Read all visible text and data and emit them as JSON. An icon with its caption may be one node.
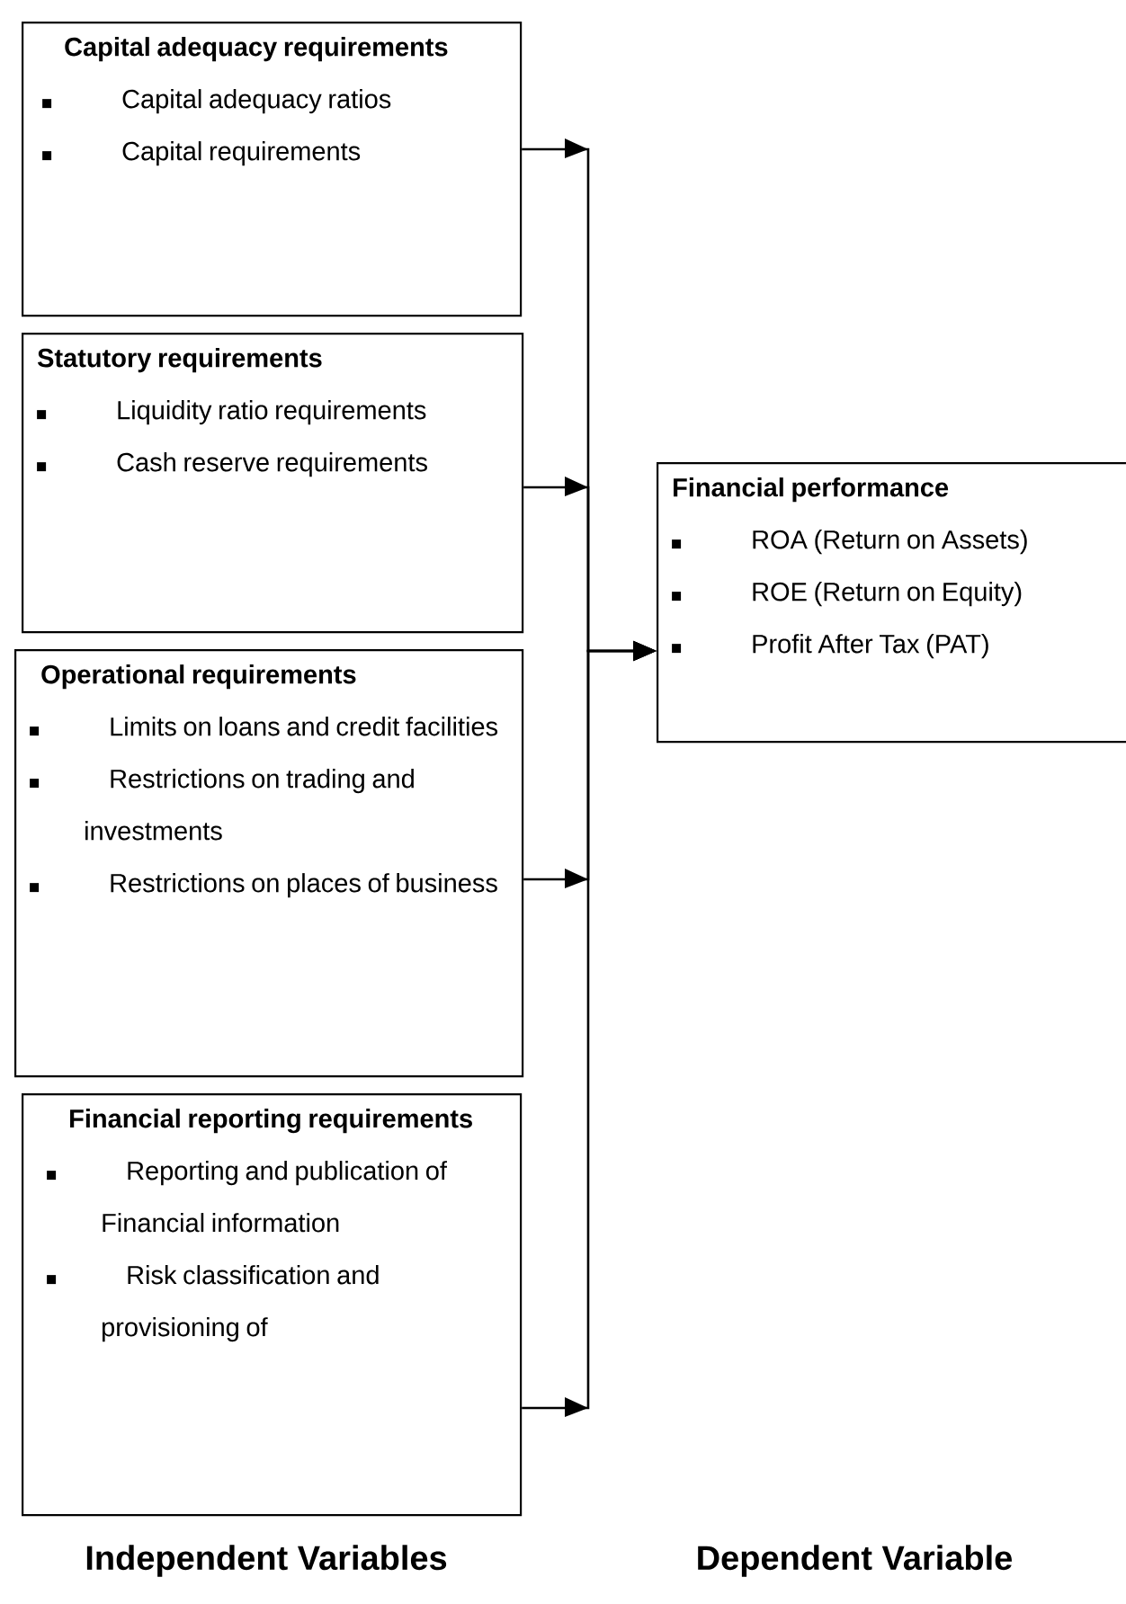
{
  "diagram": {
    "nodes": [
      {
        "text": [
          "Capital adequacy requirements",
          "Capital adequacy ratios",
          "Capital requirements"
        ]
      },
      {
        "text": [
          "Statutory requirements",
          "Liquidity ratio requirements",
          "Cash reserve requirements"
        ]
      },
      {
        "text": [
          "Operational requirements",
          "Limits on loans and credit facilities",
          "Restrictions on trading and investments",
          "Restrictions on places of business"
        ]
      },
      {
        "text": [
          "Financial reporting requirements",
          "Reporting and publication of Financial information",
          "Risk classification and provisioning of"
        ]
      },
      {
        "text": [
          "Financial performance",
          "ROA (Return on Assets)",
          "ROE (Return on Equity)",
          "Profit After Tax (PAT)"
        ]
      }
    ],
    "edges": [
      {
        "from": 0,
        "to": 4,
        "arrow": "to"
      },
      {
        "from": 1,
        "to": 4,
        "arrow": "to"
      },
      {
        "from": 2,
        "to": 4,
        "arrow": "to"
      },
      {
        "from": 3,
        "to": 4,
        "arrow": "to"
      }
    ],
    "labels": [
      "Independent Variables",
      "Dependent Variable"
    ]
  }
}
